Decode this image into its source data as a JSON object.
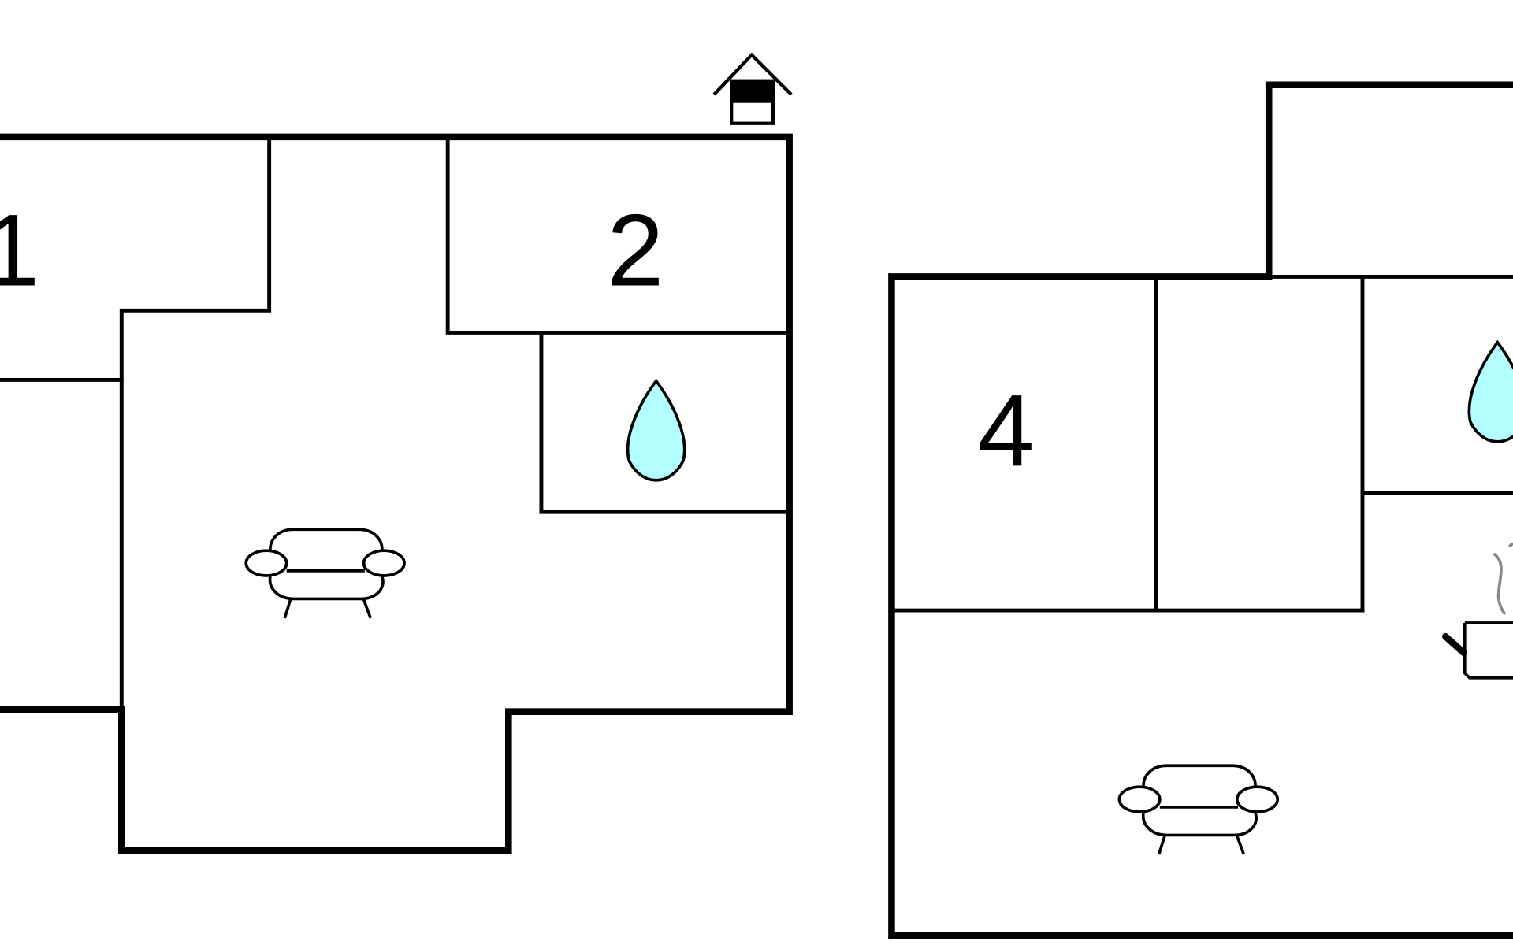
{
  "floorplan": {
    "rooms": [
      {
        "id": "room-1",
        "label": "1"
      },
      {
        "id": "room-2",
        "label": "2"
      },
      {
        "id": "room-4",
        "label": "4"
      }
    ],
    "icons": [
      "entrance-icon",
      "bathroom-icon",
      "living-room-icon",
      "kitchen-icon"
    ],
    "colors": {
      "wall": "#000000",
      "water": "#b3ffff",
      "steam": "#888888"
    }
  }
}
